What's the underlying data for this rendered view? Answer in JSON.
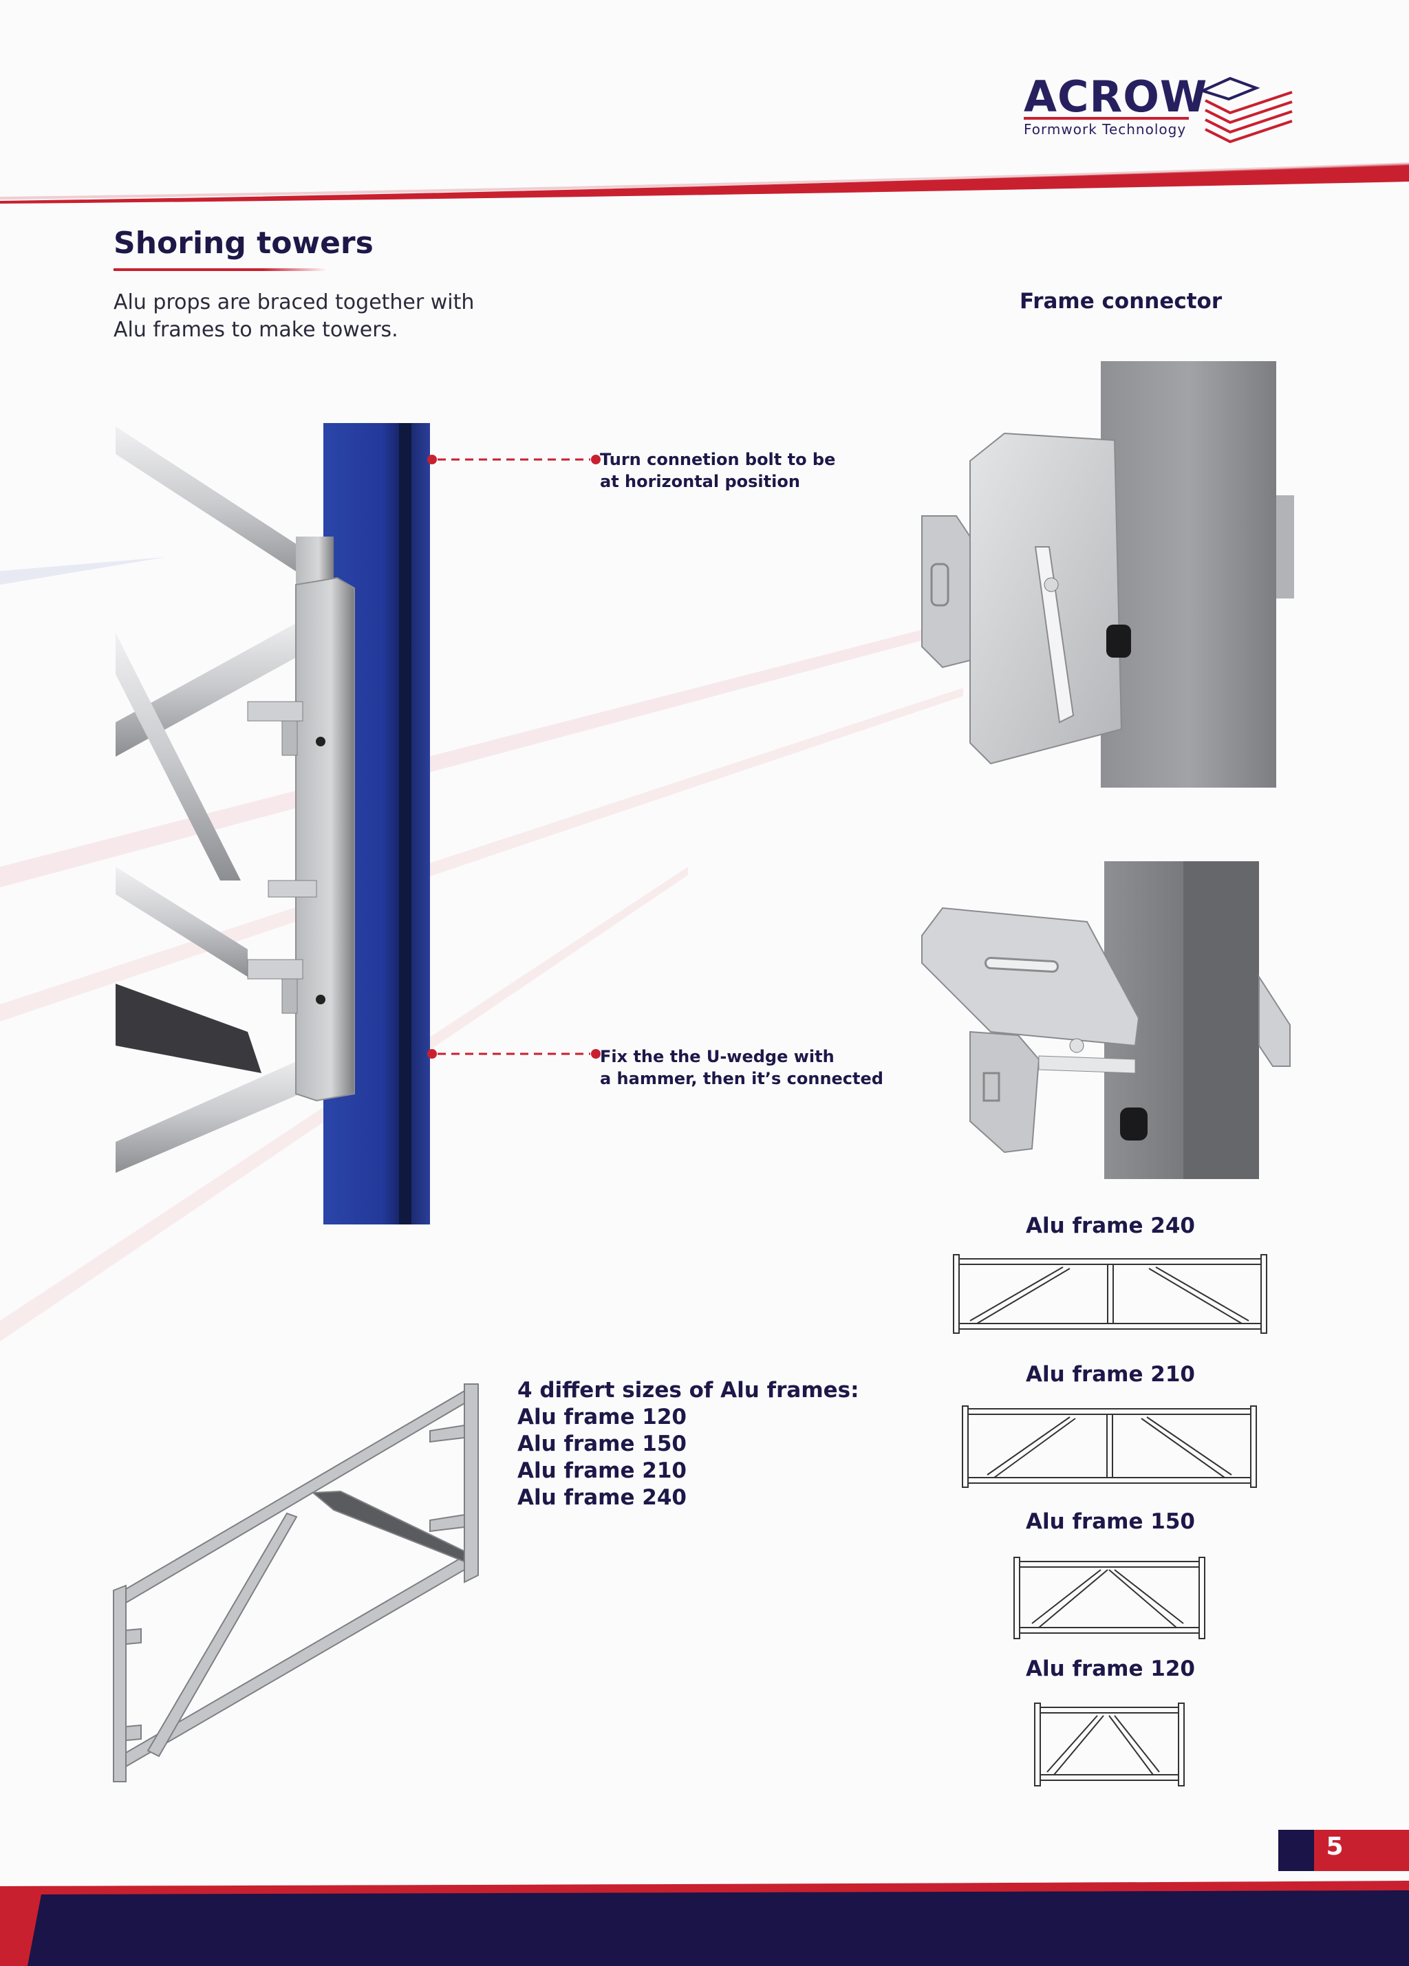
{
  "brand": {
    "name": "ACROW",
    "tagline": "Formwork Technology",
    "colors": {
      "navy": "#1d1848",
      "red": "#c9202f",
      "blue": "#24399a"
    }
  },
  "page": {
    "title": "Shoring towers",
    "intro_lines": [
      "Alu props are braced together with",
      "Alu frames to make towers."
    ],
    "number": "5"
  },
  "callouts": {
    "bolt": [
      "Turn connetion bolt to be",
      "at horizontal position"
    ],
    "wedge": [
      "Fix the the U-wedge with",
      "a hammer, then it’s connected"
    ]
  },
  "frame_connector": {
    "heading": "Frame connector"
  },
  "sizes": {
    "heading": "4 differt sizes of Alu frames:",
    "items": [
      "Alu frame 120",
      "Alu frame 150",
      "Alu frame 210",
      "Alu frame 240"
    ]
  },
  "frame_diagrams": [
    {
      "label": "Alu frame 240"
    },
    {
      "label": "Alu frame 210"
    },
    {
      "label": "Alu frame 150"
    },
    {
      "label": "Alu frame 120"
    }
  ]
}
